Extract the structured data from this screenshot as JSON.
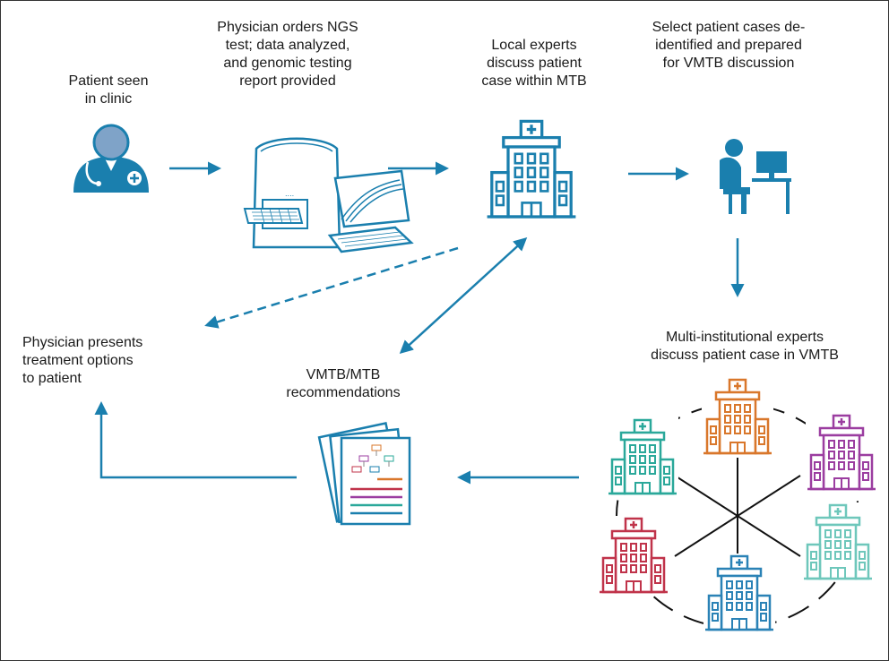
{
  "steps": {
    "patient_seen": "Patient seen\nin clinic",
    "physician_orders": "Physician orders NGS\ntest; data analyzed,\nand genomic testing\nreport provided",
    "local_experts": "Local experts\ndiscuss patient\ncase within MTB",
    "select_cases": "Select patient cases de-\nidentified and prepared\nfor VMTB discussion",
    "multi_institutional": "Multi-institutional experts\ndiscuss patient case in VMTB",
    "recommendations": "VMTB/MTB\nrecommendations",
    "physician_presents": "Physician presents\ntreatment options\nto patient"
  },
  "colors": {
    "primary": "#1a7fae",
    "orange": "#d9772b",
    "purple": "#9b3da0",
    "teal": "#2aa89a",
    "light_teal": "#6ec7bb",
    "red": "#c0334a",
    "blue": "#2a82b6"
  },
  "icons": [
    "physician-icon",
    "ngs-sequencer-icon",
    "laptop-icon",
    "hospital-icon",
    "computer-user-icon",
    "report-documents-icon"
  ]
}
